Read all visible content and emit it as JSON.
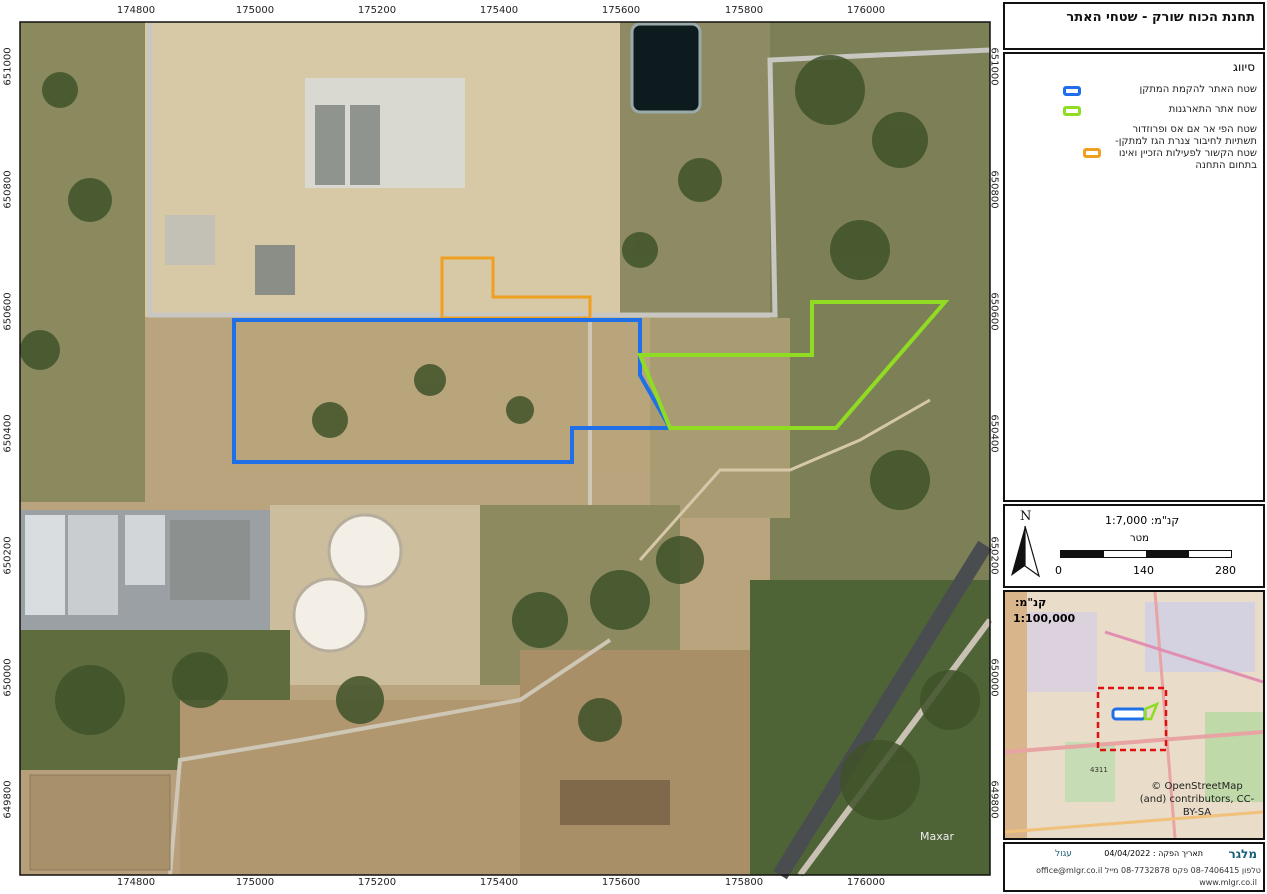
{
  "map": {
    "x_ticks": [
      "174800",
      "175000",
      "175200",
      "175400",
      "175600",
      "175800",
      "176000"
    ],
    "y_ticks": [
      "651000",
      "650800",
      "650600",
      "650400",
      "650200",
      "650000",
      "649800"
    ],
    "watermark": "Maxar"
  },
  "panel": {
    "title": "תחנת הכוח שורק - שטחי האתר",
    "legend_heading": "סיווג",
    "legend": [
      {
        "label": "שטח האתר להקמת המתקן",
        "color": "#1e6fe8"
      },
      {
        "label": "שטח אתר התארגנות",
        "color": "#8fdc22"
      },
      {
        "label": "שטח הפי אר אם אס ופרוזדור תשתיות לחיבור צנרת הגז למתקן- שטח הקשור לפעילות הזכיין ואינו בתחום התחנה",
        "color": "#f0a020"
      }
    ],
    "scale": {
      "north": "N",
      "scale_text": "קנ\"מ: 1:7,000",
      "unit": "מטר",
      "labels": [
        "0",
        "140",
        "280"
      ]
    },
    "inset": {
      "scale_line1": "קנ\"מ:",
      "scale_line2": "1:100,000",
      "attribution": "© OpenStreetMap (and) contributors, CC-BY-SA",
      "road_label": "4311"
    },
    "footer": {
      "date": "תאריך הפקה : 04/04/2022",
      "company1": "מלגר",
      "company2": "עגול",
      "contact": "טלפון 08-7406415 פקס 08-7732878 מייל office@mlgr.co.il",
      "website": "www.mlgr.co.il"
    }
  }
}
